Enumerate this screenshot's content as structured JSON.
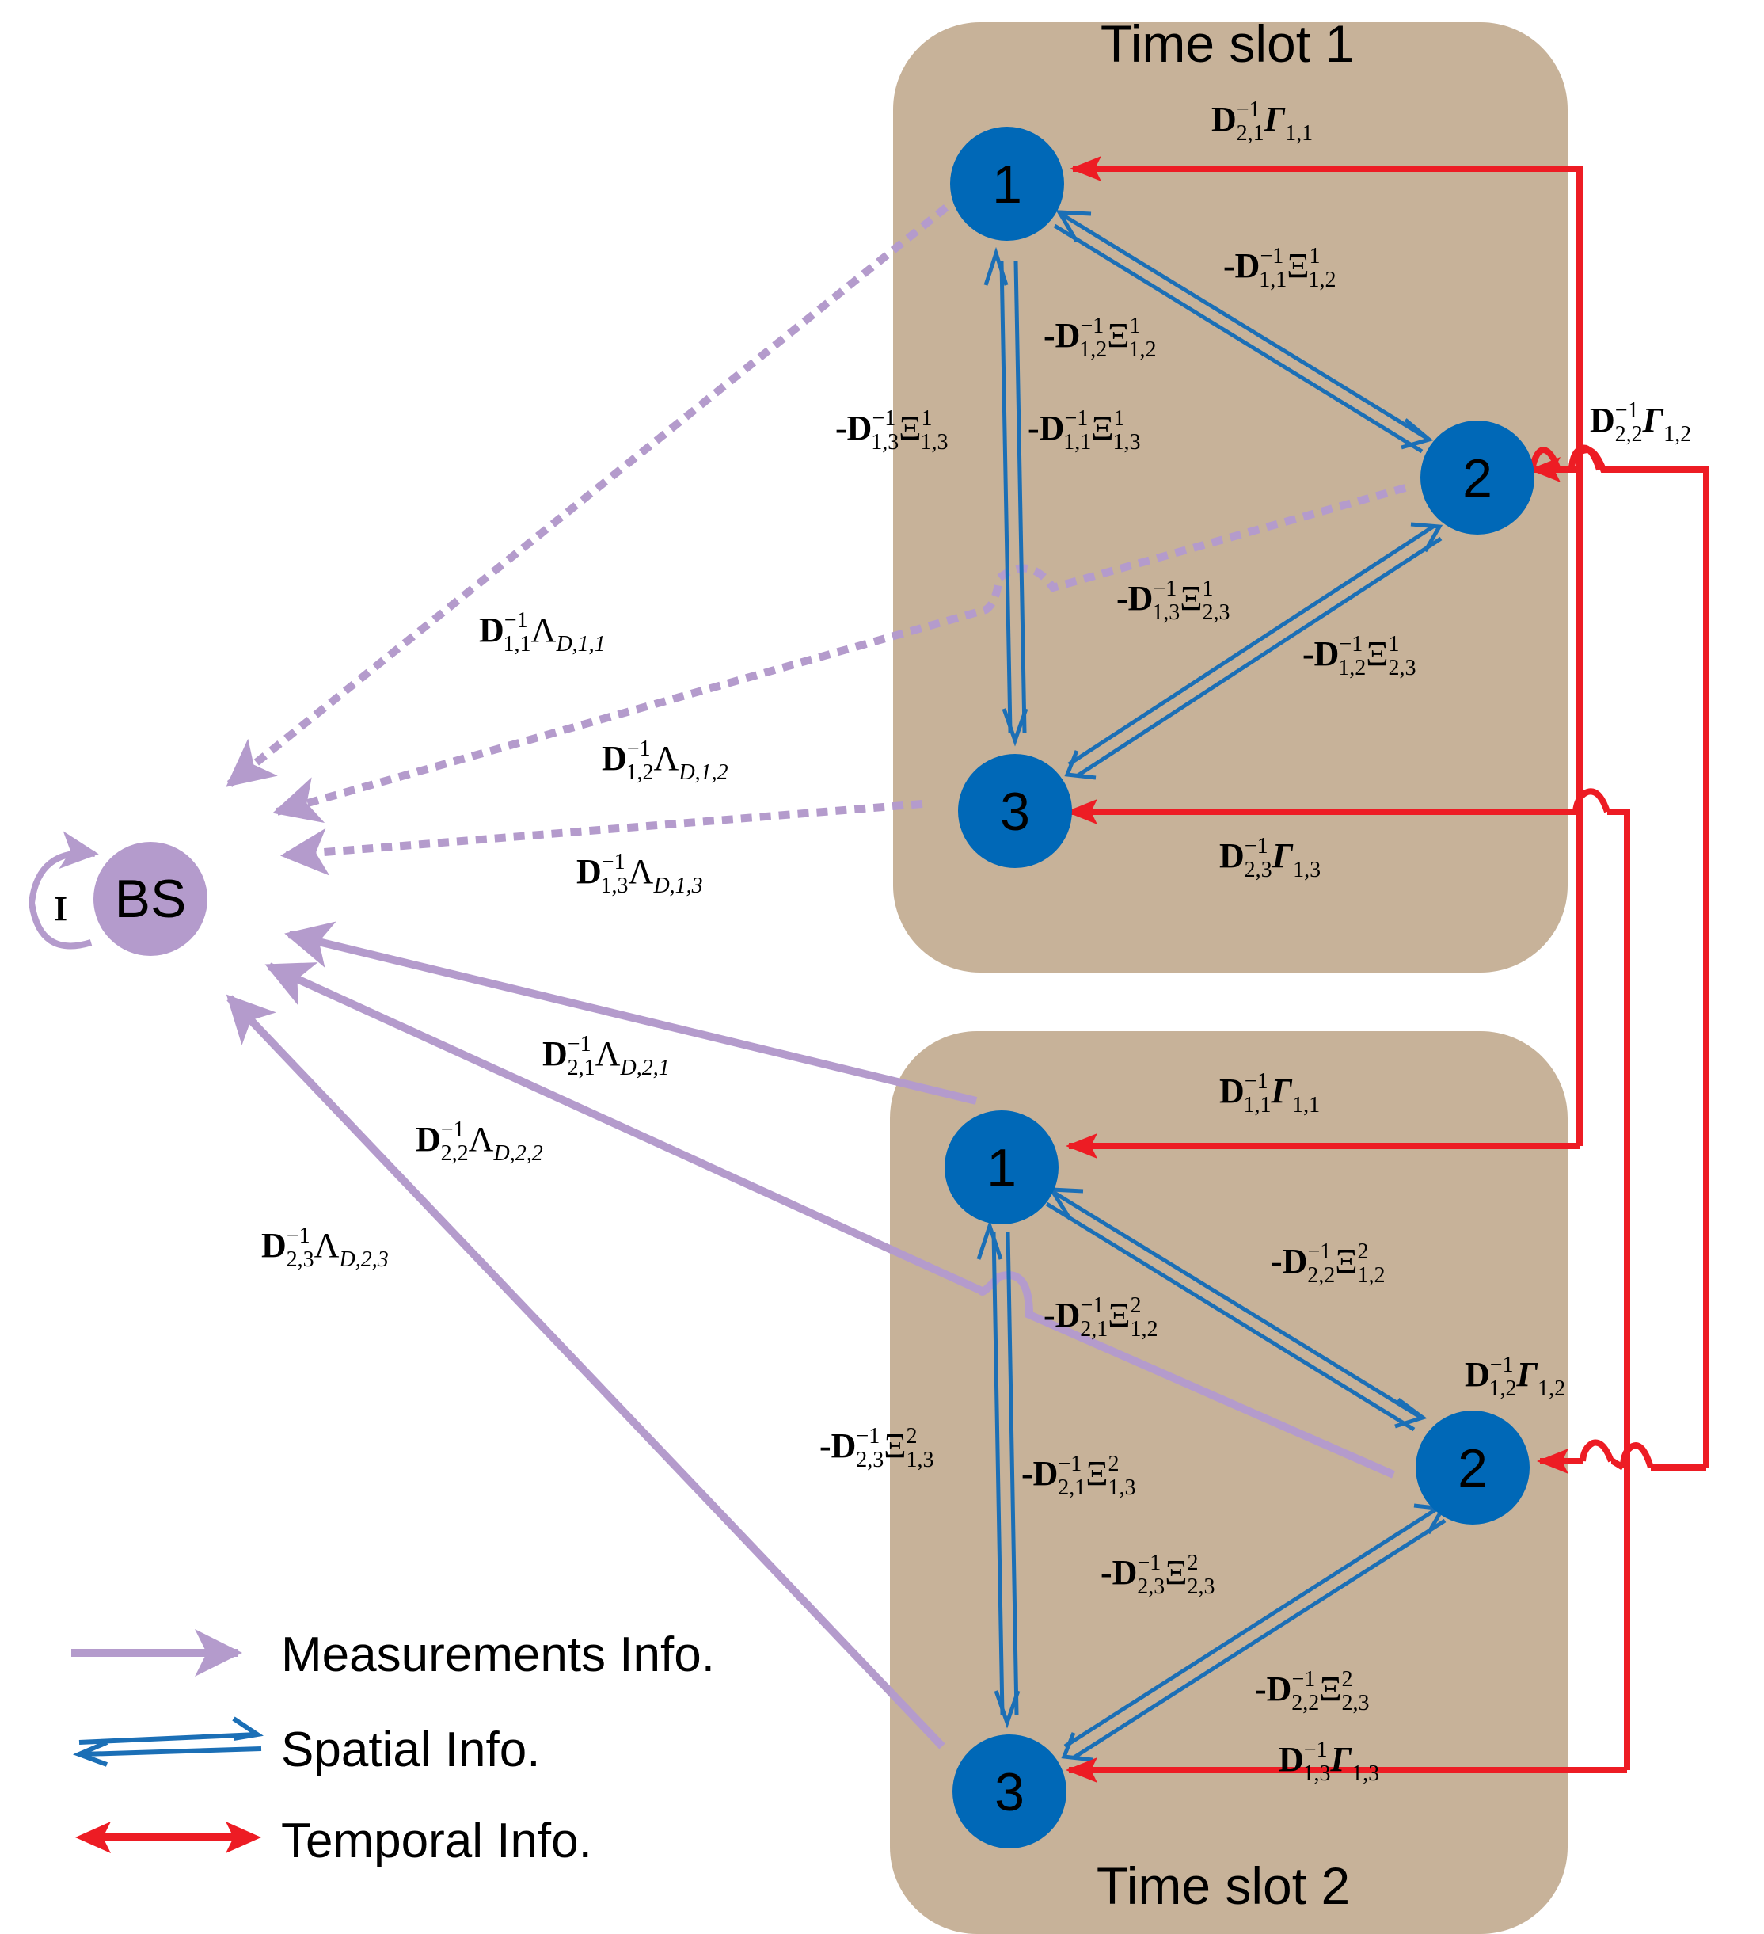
{
  "time_slots": [
    {
      "title": "Time slot 1"
    },
    {
      "title": "Time slot 2"
    }
  ],
  "bs": {
    "label": "BS",
    "self_loop_label": "I"
  },
  "nodes": [
    "1",
    "2",
    "3"
  ],
  "edge_labels": {
    "slot1": {
      "d21_gamma11": {
        "sym": "D",
        "sup": "−1",
        "sub": "2,1",
        "op": "Γ",
        "opsub": "1,1",
        "prefix": ""
      },
      "d22_gamma12": {
        "sym": "D",
        "sup": "−1",
        "sub": "2,2",
        "op": "Γ",
        "opsub": "1,2",
        "prefix": ""
      },
      "d23_gamma13": {
        "sym": "D",
        "sup": "−1",
        "sub": "2,3",
        "op": "Γ",
        "opsub": "1,3",
        "prefix": ""
      },
      "d11_xi12": {
        "prefix": "-",
        "sym": "D",
        "sup": "−1",
        "sub": "1,1",
        "op": "Ξ",
        "opsup": "1",
        "opsub": "1,2"
      },
      "d12_xi12": {
        "prefix": "-",
        "sym": "D",
        "sup": "−1",
        "sub": "1,2",
        "op": "Ξ",
        "opsup": "1",
        "opsub": "1,2"
      },
      "d13_xi13": {
        "prefix": "-",
        "sym": "D",
        "sup": "−1",
        "sub": "1,3",
        "op": "Ξ",
        "opsup": "1",
        "opsub": "1,3"
      },
      "d11_xi13": {
        "prefix": "-",
        "sym": "D",
        "sup": "−1",
        "sub": "1,1",
        "op": "Ξ",
        "opsup": "1",
        "opsub": "1,3"
      },
      "d13_xi23": {
        "prefix": "-",
        "sym": "D",
        "sup": "−1",
        "sub": "1,3",
        "op": "Ξ",
        "opsup": "1",
        "opsub": "2,3"
      },
      "d12_xi23": {
        "prefix": "-",
        "sym": "D",
        "sup": "−1",
        "sub": "1,2",
        "op": "Ξ",
        "opsup": "1",
        "opsub": "2,3"
      }
    },
    "slot2": {
      "d11_gamma11": {
        "sym": "D",
        "sup": "−1",
        "sub": "1,1",
        "op": "Γ",
        "opsub": "1,1",
        "prefix": ""
      },
      "d12_gamma12": {
        "sym": "D",
        "sup": "−1",
        "sub": "1,2",
        "op": "Γ",
        "opsub": "1,2",
        "prefix": ""
      },
      "d13_gamma13": {
        "sym": "D",
        "sup": "−1",
        "sub": "1,3",
        "op": "Γ",
        "opsub": "1,3",
        "prefix": ""
      },
      "d22_xi12": {
        "prefix": "-",
        "sym": "D",
        "sup": "−1",
        "sub": "2,2",
        "op": "Ξ",
        "opsup": "2",
        "opsub": "1,2"
      },
      "d21_xi12": {
        "prefix": "-",
        "sym": "D",
        "sup": "−1",
        "sub": "2,1",
        "op": "Ξ",
        "opsup": "2",
        "opsub": "1,2"
      },
      "d23_xi13": {
        "prefix": "-",
        "sym": "D",
        "sup": "−1",
        "sub": "2,3",
        "op": "Ξ",
        "opsup": "2",
        "opsub": "1,3"
      },
      "d21_xi13": {
        "prefix": "-",
        "sym": "D",
        "sup": "−1",
        "sub": "2,1",
        "op": "Ξ",
        "opsup": "2",
        "opsub": "1,3"
      },
      "d23_xi23": {
        "prefix": "-",
        "sym": "D",
        "sup": "−1",
        "sub": "2,3",
        "op": "Ξ",
        "opsup": "2",
        "opsub": "2,3"
      },
      "d22_xi23": {
        "prefix": "-",
        "sym": "D",
        "sup": "−1",
        "sub": "2,2",
        "op": "Ξ",
        "opsup": "2",
        "opsub": "2,3"
      }
    },
    "measurements": {
      "d11_lambda": {
        "sym": "D",
        "sup": "−1",
        "sub": "1,1",
        "op": "Λ",
        "opsub": "D,1,1"
      },
      "d12_lambda": {
        "sym": "D",
        "sup": "−1",
        "sub": "1,2",
        "op": "Λ",
        "opsub": "D,1,2"
      },
      "d13_lambda": {
        "sym": "D",
        "sup": "−1",
        "sub": "1,3",
        "op": "Λ",
        "opsub": "D,1,3"
      },
      "d21_lambda": {
        "sym": "D",
        "sup": "−1",
        "sub": "2,1",
        "op": "Λ",
        "opsub": "D,2,1"
      },
      "d22_lambda": {
        "sym": "D",
        "sup": "−1",
        "sub": "2,2",
        "op": "Λ",
        "opsub": "D,2,2"
      },
      "d23_lambda": {
        "sym": "D",
        "sup": "−1",
        "sub": "2,3",
        "op": "Λ",
        "opsub": "D,2,3"
      }
    }
  },
  "legend": [
    {
      "label": "Measurements Info.",
      "color": "#b49bcc"
    },
    {
      "label": "Spatial Info.",
      "color": "#1b6fb6"
    },
    {
      "label": "Temporal Info.",
      "color": "#ed1c24"
    }
  ],
  "colors": {
    "slot_bg": "#c7b299",
    "node": "#0068b7",
    "bs": "#b49bcc",
    "measurement": "#b49bcc",
    "spatial": "#1b6fb6",
    "temporal": "#ed1c24"
  }
}
